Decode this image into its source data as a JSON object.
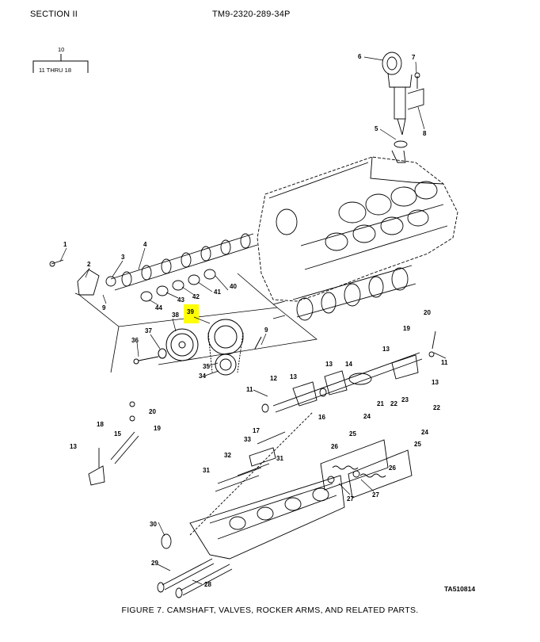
{
  "header": {
    "section": "SECTION II",
    "tm_number": "TM9-2320-289-34P"
  },
  "bracket": {
    "top_label": "10",
    "bottom_label": "11 THRU 18"
  },
  "callouts": {
    "c1": "1",
    "c2": "2",
    "c3": "3",
    "c4": "4",
    "c5": "5",
    "c6": "6",
    "c7": "7",
    "c8": "8",
    "c9a": "9",
    "c9b": "9",
    "c11a": "11",
    "c11b": "11",
    "c12": "12",
    "c13a": "13",
    "c13b": "13",
    "c13c": "13",
    "c13d": "13",
    "c13e": "13",
    "c14": "14",
    "c15": "15",
    "c16": "16",
    "c17": "17",
    "c18": "18",
    "c19a": "19",
    "c19b": "19",
    "c20a": "20",
    "c20b": "20",
    "c21": "21",
    "c22a": "22",
    "c22b": "22",
    "c23": "23",
    "c24a": "24",
    "c24b": "24",
    "c25a": "25",
    "c25b": "25",
    "c26a": "26",
    "c26b": "26",
    "c27a": "27",
    "c27b": "27",
    "c28": "28",
    "c29": "29",
    "c30": "30",
    "c31a": "31",
    "c31b": "31",
    "c32": "32",
    "c33": "33",
    "c34": "34",
    "c35": "35",
    "c36": "36",
    "c37": "37",
    "c38": "38",
    "c39": "39",
    "c40": "40",
    "c41": "41",
    "c42": "42",
    "c43": "43",
    "c44": "44"
  },
  "highlight_color": "#ffff00",
  "figure_caption": "FIGURE 7. CAMSHAFT, VALVES, ROCKER ARMS, AND RELATED PARTS.",
  "art_number": "TA510814"
}
